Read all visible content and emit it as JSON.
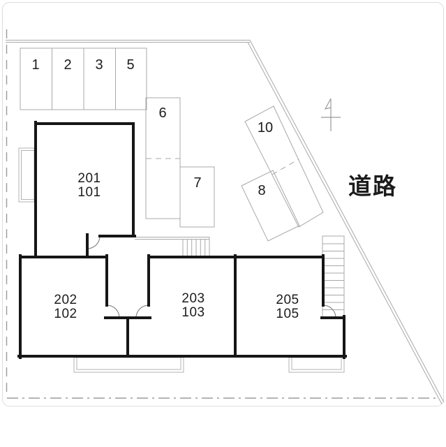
{
  "plan": {
    "title": "building-site-plan",
    "road_label": "道路",
    "parking_stalls": [
      {
        "label": "1"
      },
      {
        "label": "2"
      },
      {
        "label": "3"
      },
      {
        "label": "5"
      },
      {
        "label": "6"
      },
      {
        "label": "7"
      },
      {
        "label": "10"
      },
      {
        "label": "8"
      }
    ],
    "rooms": [
      {
        "upper": "201",
        "lower": "101"
      },
      {
        "upper": "202",
        "lower": "102"
      },
      {
        "upper": "203",
        "lower": "103"
      },
      {
        "upper": "205",
        "lower": "105"
      }
    ],
    "colors": {
      "wall": "#161616",
      "thin_line": "#a8a8a8",
      "boundary": "#9b9b9b",
      "text": "#1c1c1c"
    }
  }
}
